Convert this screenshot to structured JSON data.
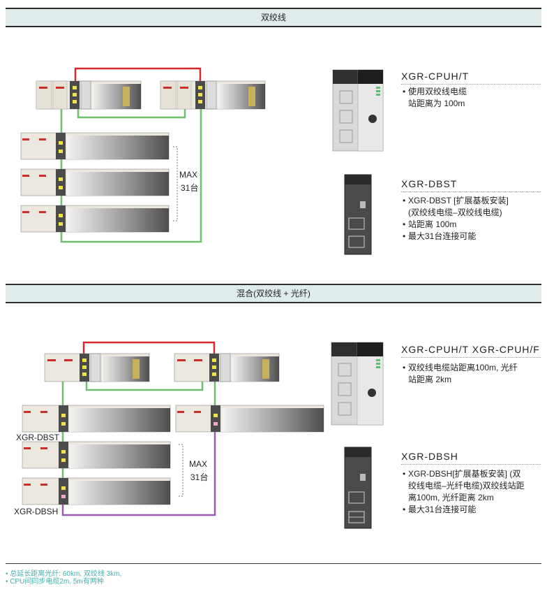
{
  "section1": {
    "title": "双绞线",
    "max_label": "MAX",
    "count_label": "31台",
    "product1": {
      "name": "XGR-CPUH/T",
      "bullets": [
        "使用双绞线电缆",
        "站距离为 100m"
      ]
    },
    "product2": {
      "name": "XGR-DBST",
      "bullets": [
        "XGR-DBST [扩展基板安装]",
        "(双绞线电缆–双绞线电缆)",
        "站距离 100m",
        "最大31台连接可能"
      ]
    }
  },
  "section2": {
    "title": "混合(双绞线 + 光纤)",
    "max_label": "MAX",
    "count_label": "31台",
    "label_dbst": "XGR-DBST",
    "label_dbsh": "XGR-DBSH",
    "product1": {
      "name": "XGR-CPUH/T XGR-CPUH/F",
      "bullets": [
        "双绞线电缆站距离100m, 光纤",
        "站距离 2km"
      ]
    },
    "product2": {
      "name": "XGR-DBSH",
      "bullets": [
        "XGR-DBSH[扩展基板安装] (双",
        "绞线电缆–光纤电缆)双绞线站距",
        "离100m, 光纤距离 2km",
        "最大31台连接可能"
      ]
    }
  },
  "footnotes": [
    "总延长距离光纤: 60km, 双绞线 3km,",
    "CPU间同步电缆2m, 5m有两种"
  ],
  "colors": {
    "red_link": "#d42a2a",
    "green_link": "#6cbf6c",
    "purple_link": "#9a5ab0",
    "band": "#dfeceb"
  }
}
